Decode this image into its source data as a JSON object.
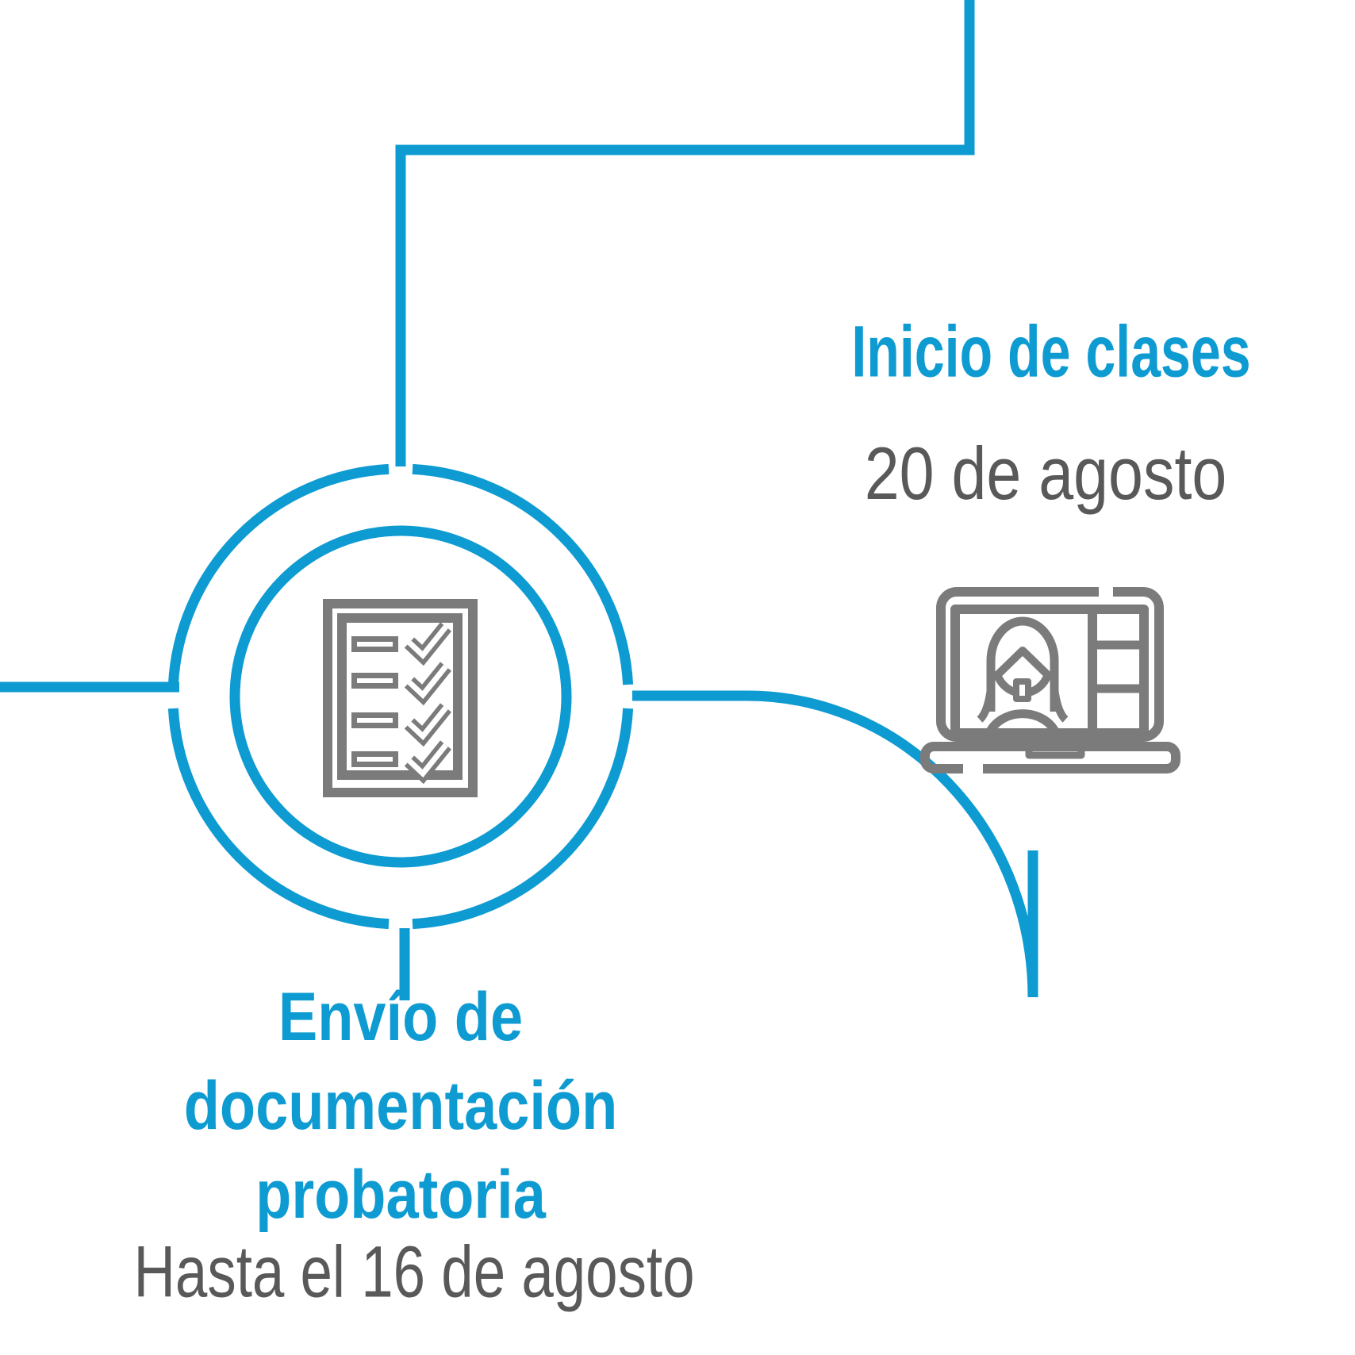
{
  "page": {
    "background": "#FFFFFF",
    "description": "Enrollment timeline infographic segment"
  },
  "colors": {
    "accent_blue": "#0E9BD2",
    "icon_gray": "#7B7B7B",
    "text_gray": "#595959"
  },
  "timeline": {
    "steps": [
      {
        "id": "envio-documentacion",
        "title": "Envío de\ndocumentación\nprobatoria",
        "date": "Hasta el 16 de agosto",
        "icon": "checklist-icon"
      },
      {
        "id": "inicio-clases",
        "title": "Inicio de clases",
        "date": "20 de agosto",
        "icon": "laptop-video-call-icon"
      }
    ]
  }
}
